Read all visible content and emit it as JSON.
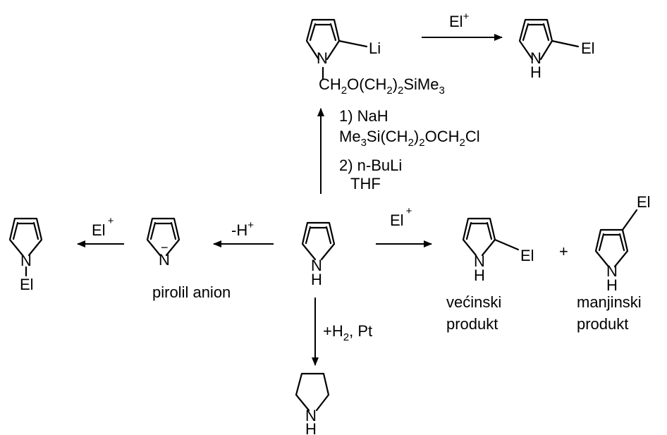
{
  "atoms": {
    "nh_n": "N",
    "nh_h": "H",
    "n": "N",
    "li": "Li",
    "el": "El",
    "anion_charge": "−"
  },
  "substituents": {
    "sem_ch": "CH",
    "sem_2a": "2",
    "sem_o": "O(CH",
    "sem_2b": "2",
    "sem_si": ")",
    "sem_2c": "2",
    "sem_sime": "SiMe",
    "sem_3": "3"
  },
  "reagents": {
    "step1_label": "1) NaH",
    "me3": "Me",
    "me3_sub": "3",
    "si_ch": "Si(CH",
    "si_sub1": "2",
    "si_och": ")",
    "si_sub2": "2",
    "si_och2": "OCH",
    "si_sub3": "2",
    "si_cl": "Cl",
    "step2_label": "2) n-BuLi",
    "solvent": "THF",
    "electrophile": "El",
    "plus_sup": "+",
    "deprotonation_minus_h": "-H",
    "hydrogenation_plus_h": "+H",
    "hydrogenation_sub": "2",
    "hydrogenation_cat": ", Pt"
  },
  "captions": {
    "pyrrolyl_anion": "pirolil anion",
    "major_line1": "većinski",
    "major_line2": "produkt",
    "minor_line1": "manjinski",
    "minor_line2": "produkt",
    "plus_sign": "+"
  }
}
